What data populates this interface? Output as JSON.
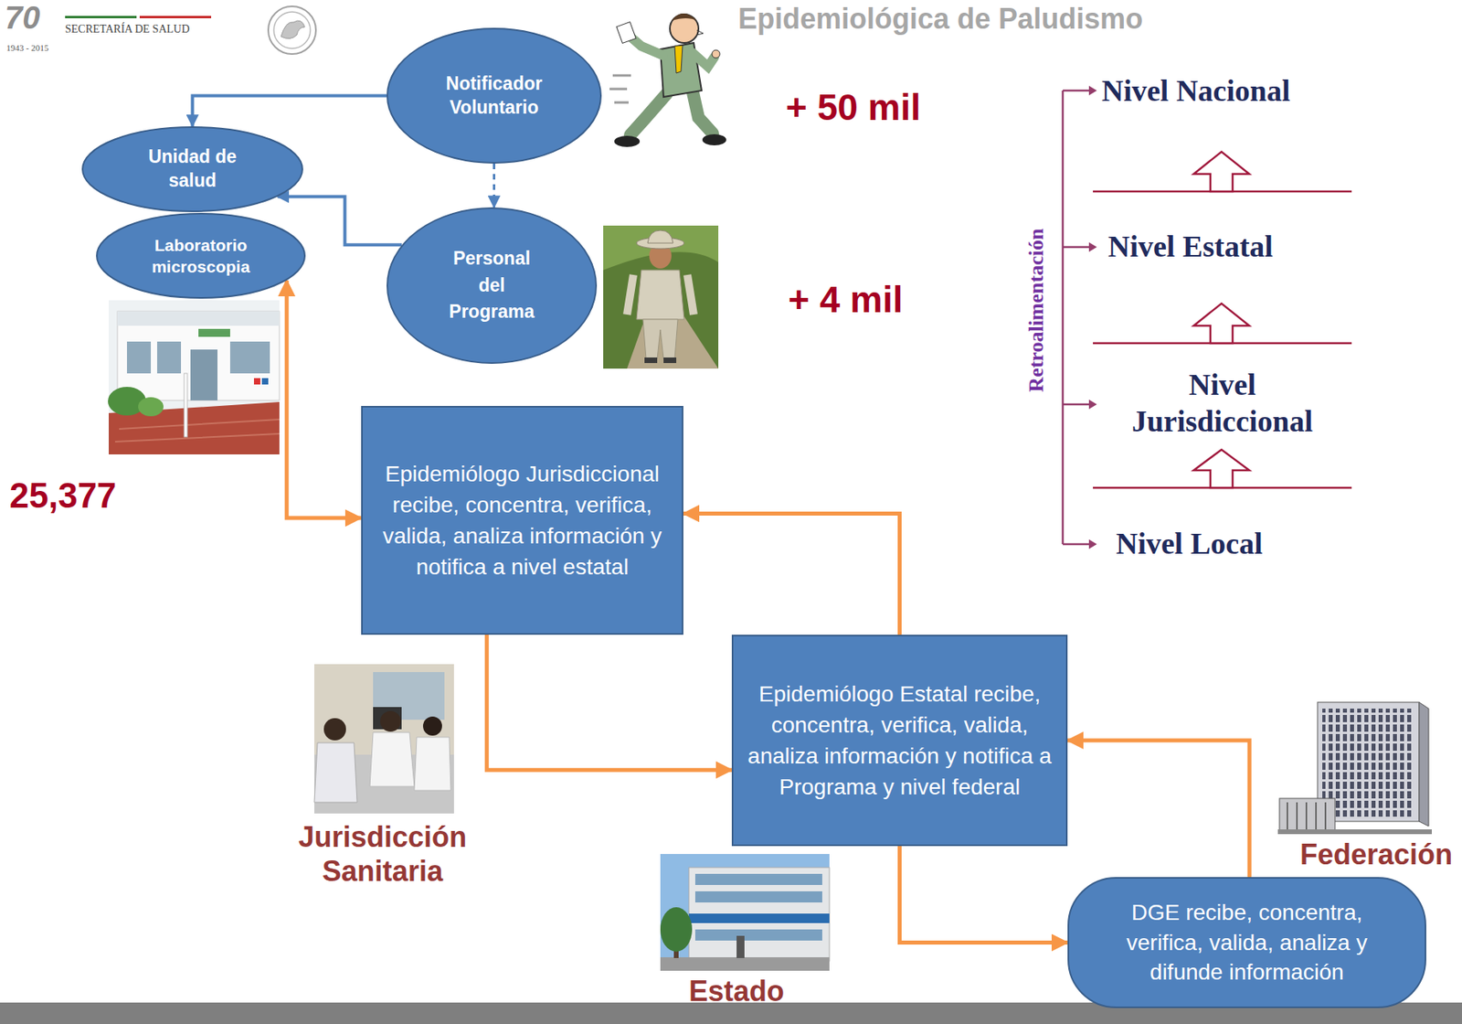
{
  "diagram": {
    "title": "Epidemiológica de Paludismo",
    "nodes": [
      {
        "text": [
          "Notificador Voluntario"
        ]
      },
      {
        "text": [
          "Unidad de salud"
        ]
      },
      {
        "text": [
          "Laboratorio microscopia"
        ]
      },
      {
        "text": [
          "Personal del Programa"
        ]
      },
      {
        "text": [
          "Epidemiólogo Jurisdiccional recibe, concentra, verifica, valida, analiza información y notifica a nivel estatal"
        ]
      },
      {
        "text": [
          "Epidemiólogo Estatal recibe, concentra, verifica, valida, analiza información y notifica a Programa y nivel federal"
        ]
      },
      {
        "text": [
          "DGE recibe, concentra, verifica, valida, analiza y difunde información"
        ]
      }
    ],
    "edges": [
      {
        "from": 0,
        "to": 1,
        "arrow": "to"
      },
      {
        "from": 0,
        "to": 3,
        "arrow": "to"
      },
      {
        "from": 3,
        "to": 1,
        "arrow": "to"
      },
      {
        "from": 2,
        "to": 4,
        "arrow": "both"
      },
      {
        "from": 4,
        "to": 5,
        "arrow": "to"
      },
      {
        "from": 5,
        "to": 4,
        "arrow": "to"
      },
      {
        "from": 5,
        "to": 6,
        "arrow": "to"
      },
      {
        "from": 6,
        "to": 5,
        "arrow": "to"
      }
    ],
    "labels": [
      "70",
      "SECRETARÍA DE SALUD",
      "1943 - 2015",
      "+ 50 mil",
      "+ 4 mil",
      "Retroalimentación",
      "Nivel Nacional",
      "Nivel Estatal",
      "Nivel Jurisdiccional",
      "Nivel Local",
      "25,377",
      "Jurisdicción Sanitaria",
      "Estado",
      "Federación"
    ]
  }
}
